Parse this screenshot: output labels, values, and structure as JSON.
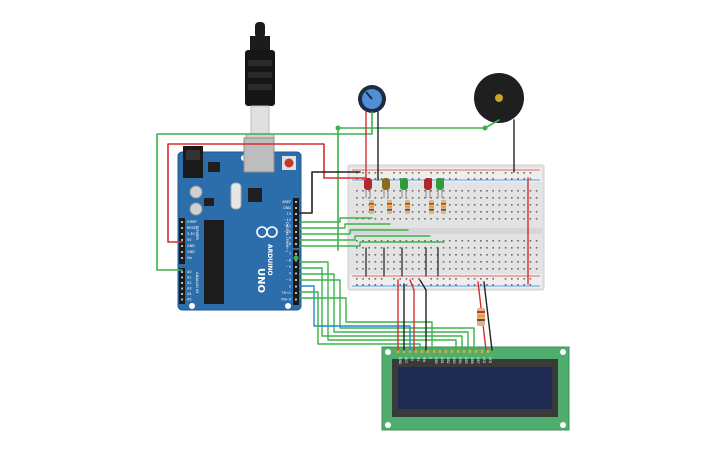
{
  "arduino": {
    "brand": "ARDUINO",
    "model": "UNO",
    "header_top": [
      "AREF",
      "GND",
      "13",
      "~12",
      "~11",
      "~10",
      "~9",
      "8"
    ],
    "header_digital": [
      "7",
      "~6",
      "~5",
      "4",
      "~3",
      "2",
      "TX→1",
      "RX←0"
    ],
    "power_header": [
      "IOREF",
      "RESET",
      "3.3V",
      "5V",
      "GND",
      "GND",
      "Vin"
    ],
    "analog_header": [
      "A0",
      "A1",
      "A2",
      "A3",
      "A4",
      "A5"
    ],
    "digital_label": "DIGITAL (PWM~)",
    "power_label": "POWER",
    "analog_label": "ANALOG IN"
  },
  "lcd": {
    "pins": [
      "GND",
      "VCC",
      "V0",
      "RS",
      "RW",
      "E",
      "DB0",
      "DB1",
      "DB2",
      "DB3",
      "DB4",
      "DB5",
      "DB6",
      "DB7",
      "LED",
      "LED"
    ]
  },
  "colors": {
    "board": "#2c6eab",
    "wire_green": "#3ab34a",
    "wire_red": "#d32f2f",
    "wire_black": "#222222",
    "wire_blue": "#1c8ad0",
    "lcd_pcb": "#4fae6e",
    "lcd_screen": "#1e2a52",
    "breadboard": "#e3e3e3"
  },
  "icons": {
    "usb_cable": "usb-cable-icon",
    "potentiometer": "potentiometer-icon",
    "buzzer": "piezo-buzzer-icon"
  }
}
